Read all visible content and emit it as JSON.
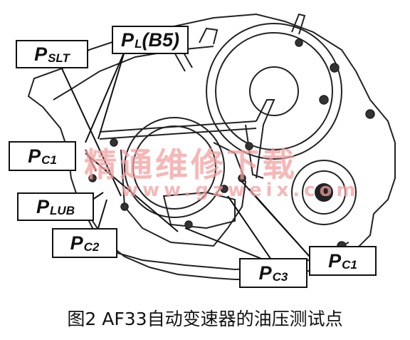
{
  "figure": {
    "caption": "图2 AF33自动变速器的油压测试点",
    "labels": {
      "pslt": {
        "main": "P",
        "sub": "SLT"
      },
      "pl_b5": {
        "main": "P",
        "sub": "L",
        "suffix": "(B5)"
      },
      "pc1_left": {
        "main": "P",
        "sub": "C1"
      },
      "plub": {
        "main": "P",
        "sub": "LUB"
      },
      "pc2": {
        "main": "P",
        "sub": "C2"
      },
      "pc3": {
        "main": "P",
        "sub": "C3"
      },
      "pc1_right": {
        "main": "P",
        "sub": "C1"
      }
    },
    "watermark": {
      "cn": "精通维修下载",
      "url": "www.gzweix.com"
    }
  }
}
